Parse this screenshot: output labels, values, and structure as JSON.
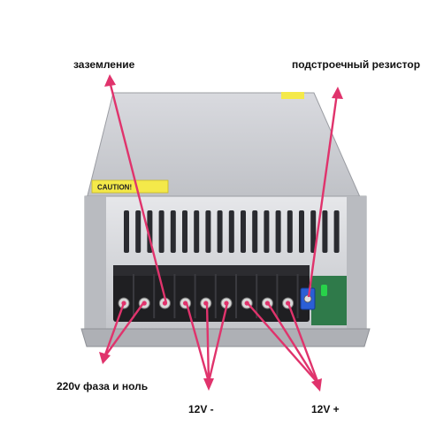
{
  "labels": {
    "ground": "заземление",
    "trim_resistor": "подстроечный резистор",
    "ac_input": "220v фаза и ноль",
    "v_minus": "12V -",
    "v_plus": "12V +"
  },
  "case_sticker": "CAUTION!",
  "colors": {
    "annotation": "#e0336c",
    "case_silver": "#c9cbd0",
    "case_shadow": "#9a9ca2",
    "terminal_black": "#1f1f22",
    "terminal_pin": "#d8d8d8",
    "sticker_yellow": "#f4e94a",
    "pot_blue": "#2b5fd6",
    "pcb_green": "#2f7a4a",
    "led_green": "#28d24a"
  }
}
